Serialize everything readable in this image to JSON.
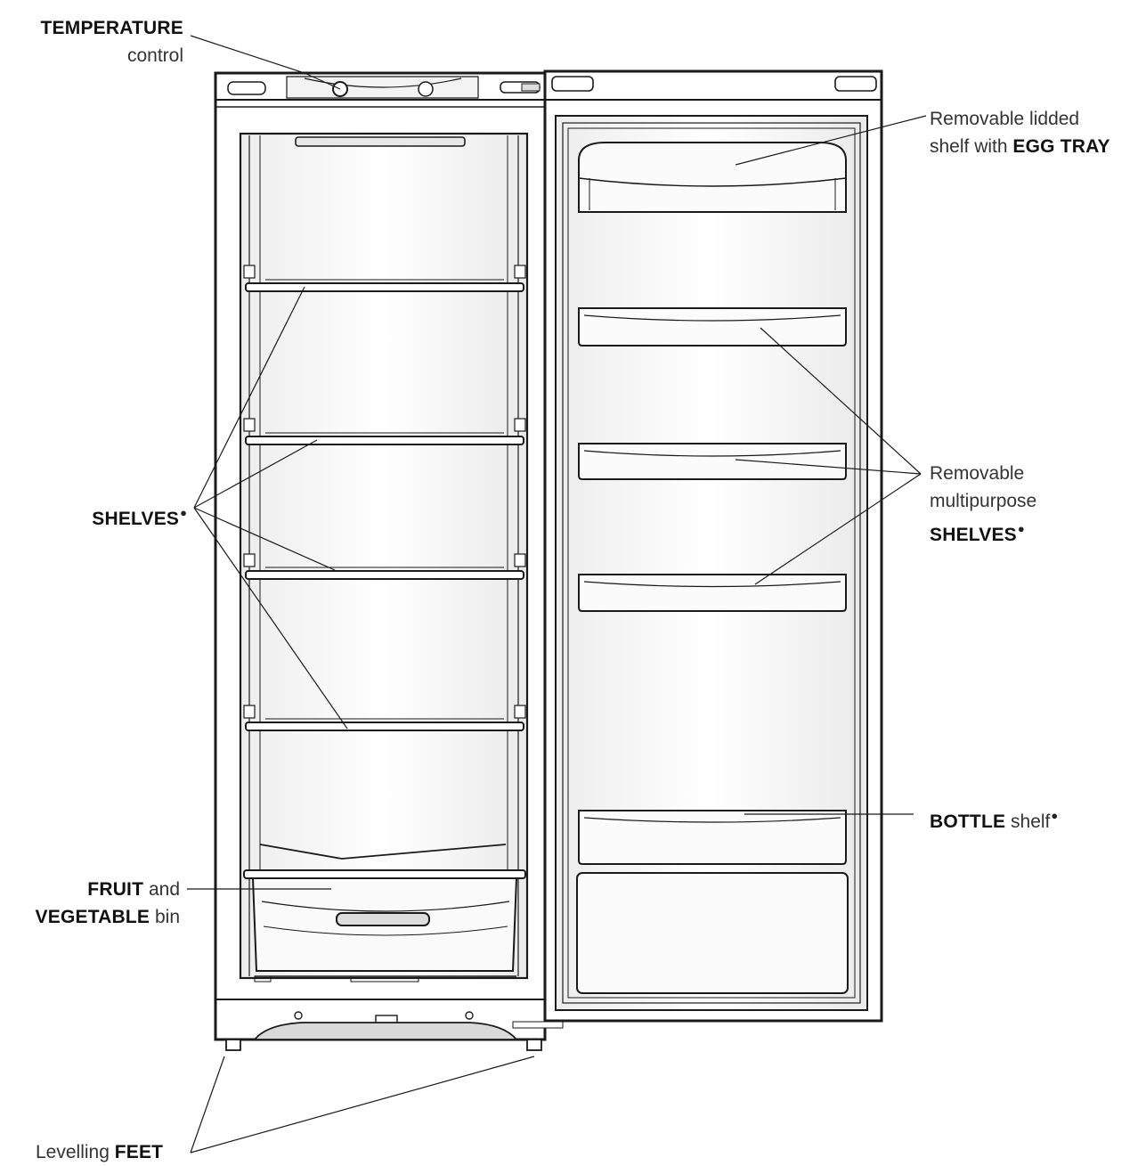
{
  "labels": {
    "temperature": {
      "bold": "TEMPERATURE",
      "sub": "control"
    },
    "shelves_left": {
      "bold": "SHELVES",
      "mark": "●"
    },
    "fruit_bin": {
      "bold1": "FRUIT",
      "text1": " and",
      "bold2": "VEGETABLE",
      "text2": " bin"
    },
    "feet": {
      "text": "Levelling ",
      "bold": "FEET"
    },
    "egg_tray": {
      "line1": "Removable lidded",
      "text2": "shelf with ",
      "bold2": "EGG TRAY"
    },
    "door_shelves": {
      "line1": "Removable",
      "line2": "multipurpose",
      "bold3": "SHELVES",
      "mark": "●"
    },
    "bottle_shelf": {
      "bold": "BOTTLE",
      "text": " shelf",
      "mark": "●"
    }
  },
  "colors": {
    "line": "#1a1a1a",
    "fill": "#ffffff",
    "shade": "#e6e6e6",
    "light": "#f2f2f2"
  }
}
